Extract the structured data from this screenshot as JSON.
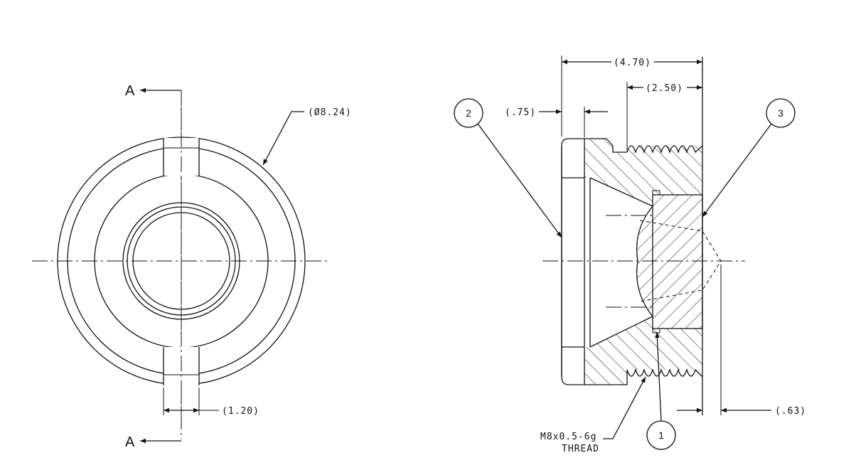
{
  "section_marks": {
    "top": "A",
    "bottom": "A"
  },
  "dimensions": {
    "outer_diameter": "(Ø8.24)",
    "slot_width": "(1.20)",
    "overall_length": "(4.70)",
    "thread_length": "(2.50)",
    "flange_thickness": "(.75)",
    "tip_offset": "(.63)"
  },
  "balloons": {
    "left": "2",
    "right": "3",
    "bottom": "1"
  },
  "thread_note": {
    "line1": "M8x0.5-6g",
    "line2": "THREAD"
  }
}
